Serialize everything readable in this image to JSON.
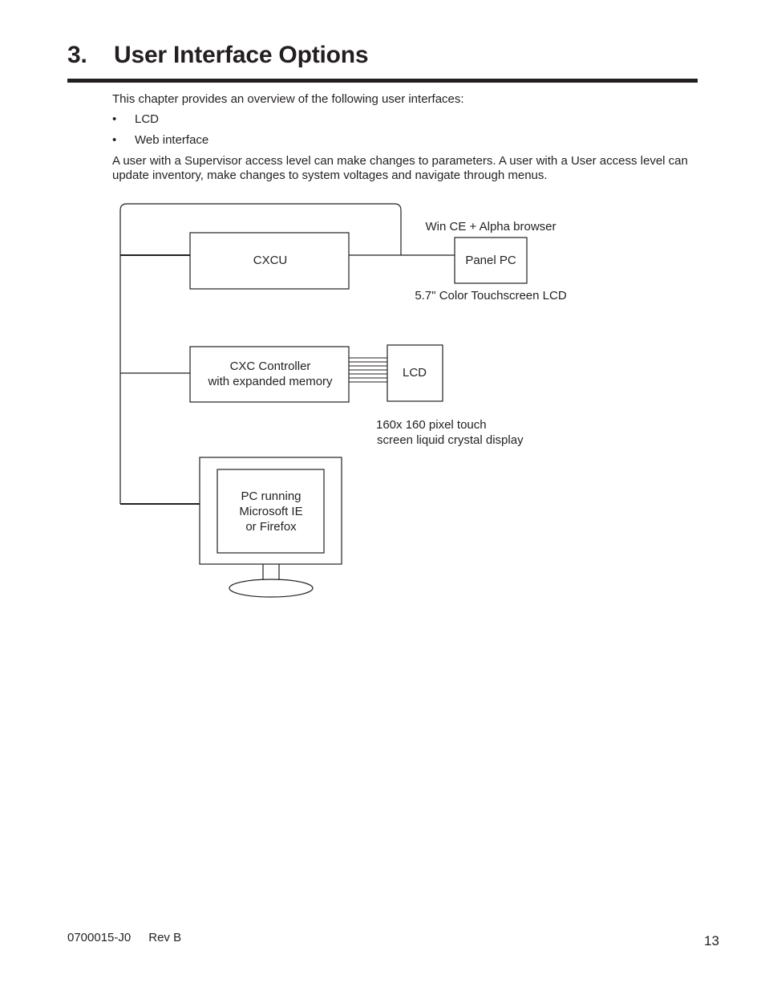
{
  "chapter": {
    "number": "3.",
    "title": "User Interface Options"
  },
  "intro": "This chapter provides an overview of the following user interfaces:",
  "bullets": [
    {
      "symbol": "•",
      "text": "LCD"
    },
    {
      "symbol": "•",
      "text": "Web interface"
    }
  ],
  "paragraph": "A user with a Supervisor access level can make changes to parameters. A user with a User access level can update inventory, make changes to system voltages and navigate through menus.",
  "diagram": {
    "cxcu": "CXCU",
    "panel_pc": "Panel PC",
    "win_ce_label": "Win CE + Alpha browser",
    "touchscreen_label": "5.7\" Color Touchscreen LCD",
    "controller_line1": "CXC Controller",
    "controller_line2": "with expanded memory",
    "lcd": "LCD",
    "lcd_label_line1": "160x 160 pixel touch",
    "lcd_label_line2": "screen liquid crystal display",
    "pc_line1": "PC running",
    "pc_line2": "Microsoft IE",
    "pc_line3": "or Firefox"
  },
  "footer": {
    "doc_id": "0700015-J0",
    "revision": "Rev B",
    "page_number": "13"
  }
}
